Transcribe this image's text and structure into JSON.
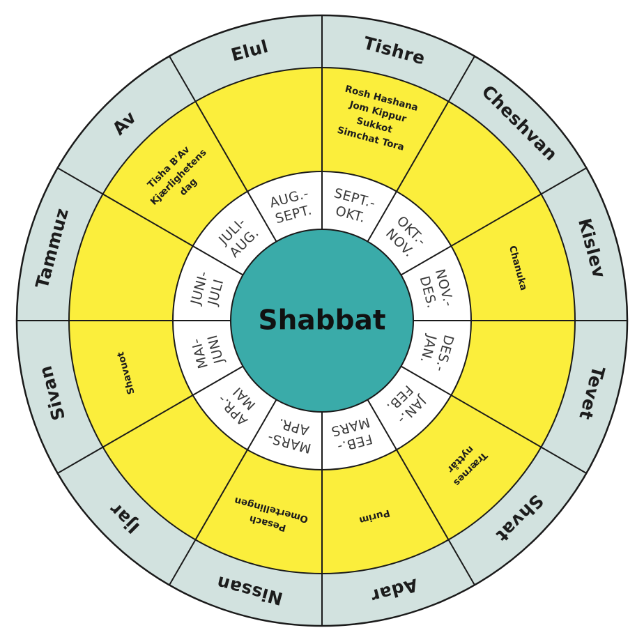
{
  "center": {
    "label": "Shabbat"
  },
  "colors": {
    "outer_ring": "#d2e2df",
    "middle_ring": "#fbee3c",
    "inner_ring": "#ffffff",
    "center": "#3aaba9",
    "stroke": "#1a1a1a"
  },
  "months": [
    {
      "name": "Tishre",
      "holidays": [
        "Rosh Hashana",
        "Jom Kippur",
        "Sukkot",
        "Simchat Tora"
      ],
      "gregorian": [
        "SEPT.-",
        "OKT."
      ]
    },
    {
      "name": "Cheshvan",
      "holidays": [],
      "gregorian": [
        "OKT.-",
        "NOV."
      ]
    },
    {
      "name": "Kislev",
      "holidays": [
        "Chanuka"
      ],
      "gregorian": [
        "NOV.-",
        "DES."
      ]
    },
    {
      "name": "Tevet",
      "holidays": [],
      "gregorian": [
        "DES.-",
        "JAN."
      ]
    },
    {
      "name": "Shvat",
      "holidays": [
        "Trærnes",
        "nyttår"
      ],
      "gregorian": [
        "JAN.-",
        "FEB."
      ]
    },
    {
      "name": "Adar",
      "holidays": [
        "Purim"
      ],
      "gregorian": [
        "FEB.-",
        "MARS"
      ]
    },
    {
      "name": "Nissan",
      "holidays": [
        "Pesach",
        "Omertellingen"
      ],
      "gregorian": [
        "MARS-",
        "APR."
      ]
    },
    {
      "name": "Ijar",
      "holidays": [],
      "gregorian": [
        "APR.-",
        "MAI"
      ]
    },
    {
      "name": "Sivan",
      "holidays": [
        "Shavuot"
      ],
      "gregorian": [
        "MAI-",
        "JUNI"
      ]
    },
    {
      "name": "Tammuz",
      "holidays": [],
      "gregorian": [
        "JUNI-",
        "JULI"
      ]
    },
    {
      "name": "Av",
      "holidays": [
        "Tisha B'Av",
        "Kjærlighetens",
        "dag"
      ],
      "gregorian": [
        "JULI-",
        "AUG."
      ]
    },
    {
      "name": "Elul",
      "holidays": [],
      "gregorian": [
        "AUG.-",
        "SEPT."
      ]
    }
  ]
}
